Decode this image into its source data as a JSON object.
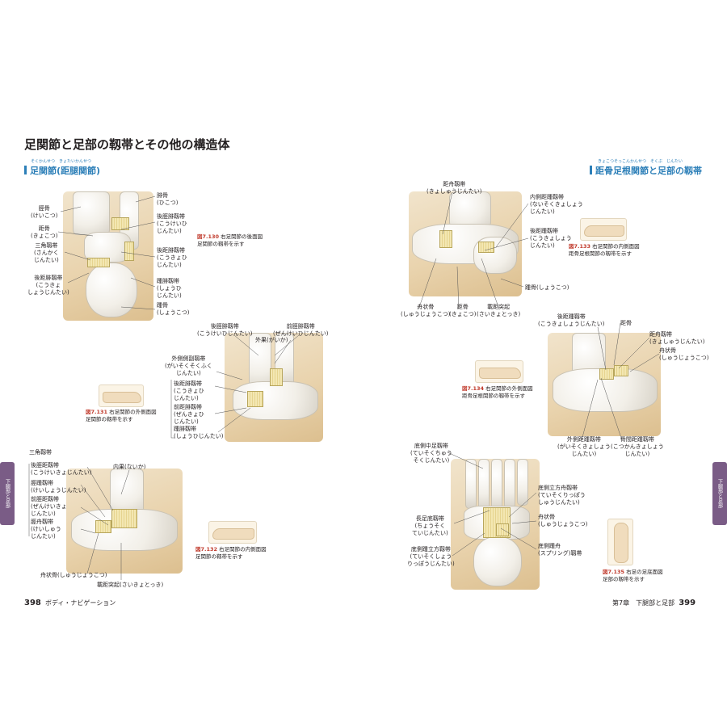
{
  "main_title": "足関節と足部の靱帯とその他の構造体",
  "left_section": {
    "title": "足関節(距腿関節)",
    "ruby": "そくかんせつ　きょたいかんせつ"
  },
  "right_section": {
    "title": "距骨足根関節と足部の靱帯",
    "ruby": "きょこつそっこんかんせつ　そくぶ　じんたい"
  },
  "fig130": {
    "num": "図7.130",
    "caption1": "右足関節の後面図",
    "caption2": "足関節の靱帯を示す",
    "labels": {
      "tibia": [
        "脛骨",
        "(けいこつ)"
      ],
      "talus": [
        "距骨",
        "(きょこつ)"
      ],
      "deltoid": [
        "三角靱帯",
        "(さんかく",
        "じんたい)"
      ],
      "post_talofib": [
        "後距腓靱帯",
        "(こうきょ",
        "しょうじんたい)"
      ],
      "fibula": [
        "腓骨",
        "(ひこつ)"
      ],
      "post_tibiofib": [
        "後脛腓靱帯",
        "(こうけいひ",
        "じんたい)"
      ],
      "post_talofib2": [
        "後距腓靱帯",
        "(こうきょひ",
        "じんたい)"
      ],
      "calcfib": [
        "踵腓靱帯",
        "(しょうひ",
        "じんたい)"
      ],
      "calcaneus": [
        "踵骨",
        "(しょうこつ)"
      ]
    }
  },
  "fig131": {
    "num": "図7.131",
    "caption1": "右足関節の外側面図",
    "caption2": "足関節の靱帯を示す",
    "labels": {
      "post_tibiofib": [
        "後脛腓靱帯",
        "(こうけいひじんたい)"
      ],
      "ant_tibiofib": [
        "前脛腓靱帯",
        "(ぜんけいひじんたい)"
      ],
      "lat_malleolus": [
        "外果(がいか)"
      ],
      "lat_collateral": [
        "外側側副靱帯",
        "(がいそくそくふく",
        "じんたい)"
      ],
      "post_talofib": [
        "後距腓靱帯",
        "(こうきょひ",
        "じんたい)"
      ],
      "ant_talofib": [
        "前距腓靱帯",
        "(ぜんきょひ",
        "じんたい)"
      ],
      "calcfib": [
        "踵腓靱帯",
        "(しょうひじんたい)"
      ]
    }
  },
  "fig132": {
    "num": "図7.132",
    "caption1": "右足関節の内側面図",
    "caption2": "足関節の靱帯を示す",
    "labels": {
      "deltoid": [
        "三角靱帯"
      ],
      "post_tibiotalar": [
        "後脛距靱帯",
        "(こうけいきょじんたい)"
      ],
      "tibiocalc": [
        "脛踵靱帯",
        "(けいしょうじんたい)"
      ],
      "ant_tibiotalar": [
        "前脛距靱帯",
        "(ぜんけいきょ",
        "じんたい)"
      ],
      "tibionav": [
        "脛舟靱帯",
        "(けいしゅう",
        "じんたい)"
      ],
      "med_malleolus": [
        "内果(ないか)"
      ],
      "navicular": [
        "舟状骨(しゅうじょうこつ)"
      ],
      "sustentaculum": [
        "載距突起(さいきょとっき)"
      ]
    }
  },
  "fig133": {
    "num": "図7.133",
    "caption1": "右足関節の内側面図",
    "caption2": "距骨足根関節の靱帯を示す",
    "labels": {
      "talonav": [
        "距舟靱帯",
        "(きょしゅうじんたい)"
      ],
      "int_talocalc": [
        "内側距踵靱帯",
        "(ないそくきょしょう",
        "じんたい)"
      ],
      "post_talocalc": [
        "後距踵靱帯",
        "(こうきょしょう",
        "じんたい)"
      ],
      "calcaneus": [
        "踵骨(しょうこつ)"
      ],
      "navicular": [
        "舟状骨",
        "(しゅうじょうこつ)"
      ],
      "talus": [
        "距骨",
        "(きょこつ)"
      ],
      "sustentaculum": [
        "載距突起",
        "(さいきょとっき)"
      ]
    }
  },
  "fig134": {
    "num": "図7.134",
    "caption1": "右足関節の外側面図",
    "caption2": "距骨足根関節の靱帯を示す",
    "labels": {
      "post_talocalc": [
        "後距踵靱帯",
        "(こうきょしょうじんたい)"
      ],
      "talus": [
        "距骨"
      ],
      "talonav": [
        "距舟靱帯",
        "(きょしゅうじんたい)"
      ],
      "navicular": [
        "舟状骨",
        "(しゅうじょうこつ)"
      ],
      "lat_talocalc": [
        "外側距踵靱帯",
        "(がいそくきょしょう",
        "じんたい)"
      ],
      "interosseous": [
        "骨間距踵靱帯",
        "(こつかんきょしょう",
        "じんたい)"
      ]
    }
  },
  "fig135": {
    "num": "図7.135",
    "caption1": "右足の足底面図",
    "caption2": "足部の靱帯を示す",
    "labels": {
      "plantar_cuneonav": [
        "底側中足靱帯",
        "(ていそくちゅう",
        "そくじんたい)"
      ],
      "plantar_cuboidnav": [
        "底側立方舟靱帯",
        "(ていそくりっぽう",
        "しゅうじんたい)"
      ],
      "navicular": [
        "舟状骨",
        "(しゅうじょうこつ)"
      ],
      "long_plantar": [
        "長足底靱帯",
        "(ちょうそく",
        "ていじんたい)"
      ],
      "spring": [
        "底側踵舟",
        "(スプリング)靱帯"
      ],
      "plantar_calccub": [
        "底側踵立方靱帯",
        "(ていそくしょう",
        "りっぽうじんたい)"
      ]
    }
  },
  "footer_left": {
    "page": "398",
    "text": "ボディ・ナビゲーション"
  },
  "footer_right": {
    "text": "第7章　下腿部と足部",
    "page": "399"
  },
  "side_tabs": {
    "left": "下腿部と足部",
    "right": "下腿部と足部"
  },
  "colors": {
    "accent_blue": "#2c7fb8",
    "fig_red": "#c0392b",
    "tab_purple": "#7a5c86"
  }
}
